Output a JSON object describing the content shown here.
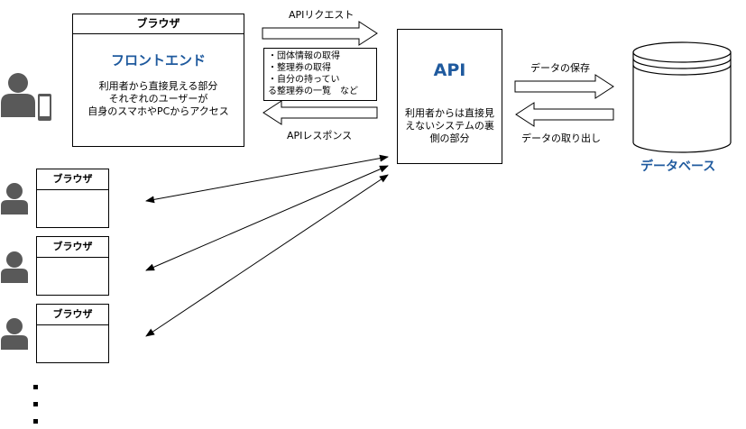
{
  "frontend_box": {
    "header": "ブラウザ",
    "title": "フロントエンド",
    "desc_line1": "利用者から直接見える部分",
    "desc_line2": "それぞれのユーザーが",
    "desc_line3": "自身のスマホやPCからアクセス"
  },
  "api_request_label": "APIリクエスト",
  "api_response_label": "APIレスポンス",
  "payload": {
    "line1": "・団体情報の取得",
    "line2": "・整理券の取得",
    "line3": "・自分の持ってい",
    "line4": "る整理券の一覧　など"
  },
  "api_box": {
    "title": "API",
    "desc_line1": "利用者からは直接見",
    "desc_line2": "えないシステムの裏",
    "desc_line3": "側の部分"
  },
  "save_label": "データの保存",
  "fetch_label": "データの取り出し",
  "database_label": "データベース",
  "browsers": [
    {
      "header": "ブラウザ"
    },
    {
      "header": "ブラウザ"
    },
    {
      "header": "ブラウザ"
    }
  ],
  "colors": {
    "accent": "#1f5a9e",
    "icon_gray": "#595959",
    "stroke": "#000000"
  },
  "icons": [
    "user-icon",
    "smartphone-icon",
    "database-icon"
  ]
}
